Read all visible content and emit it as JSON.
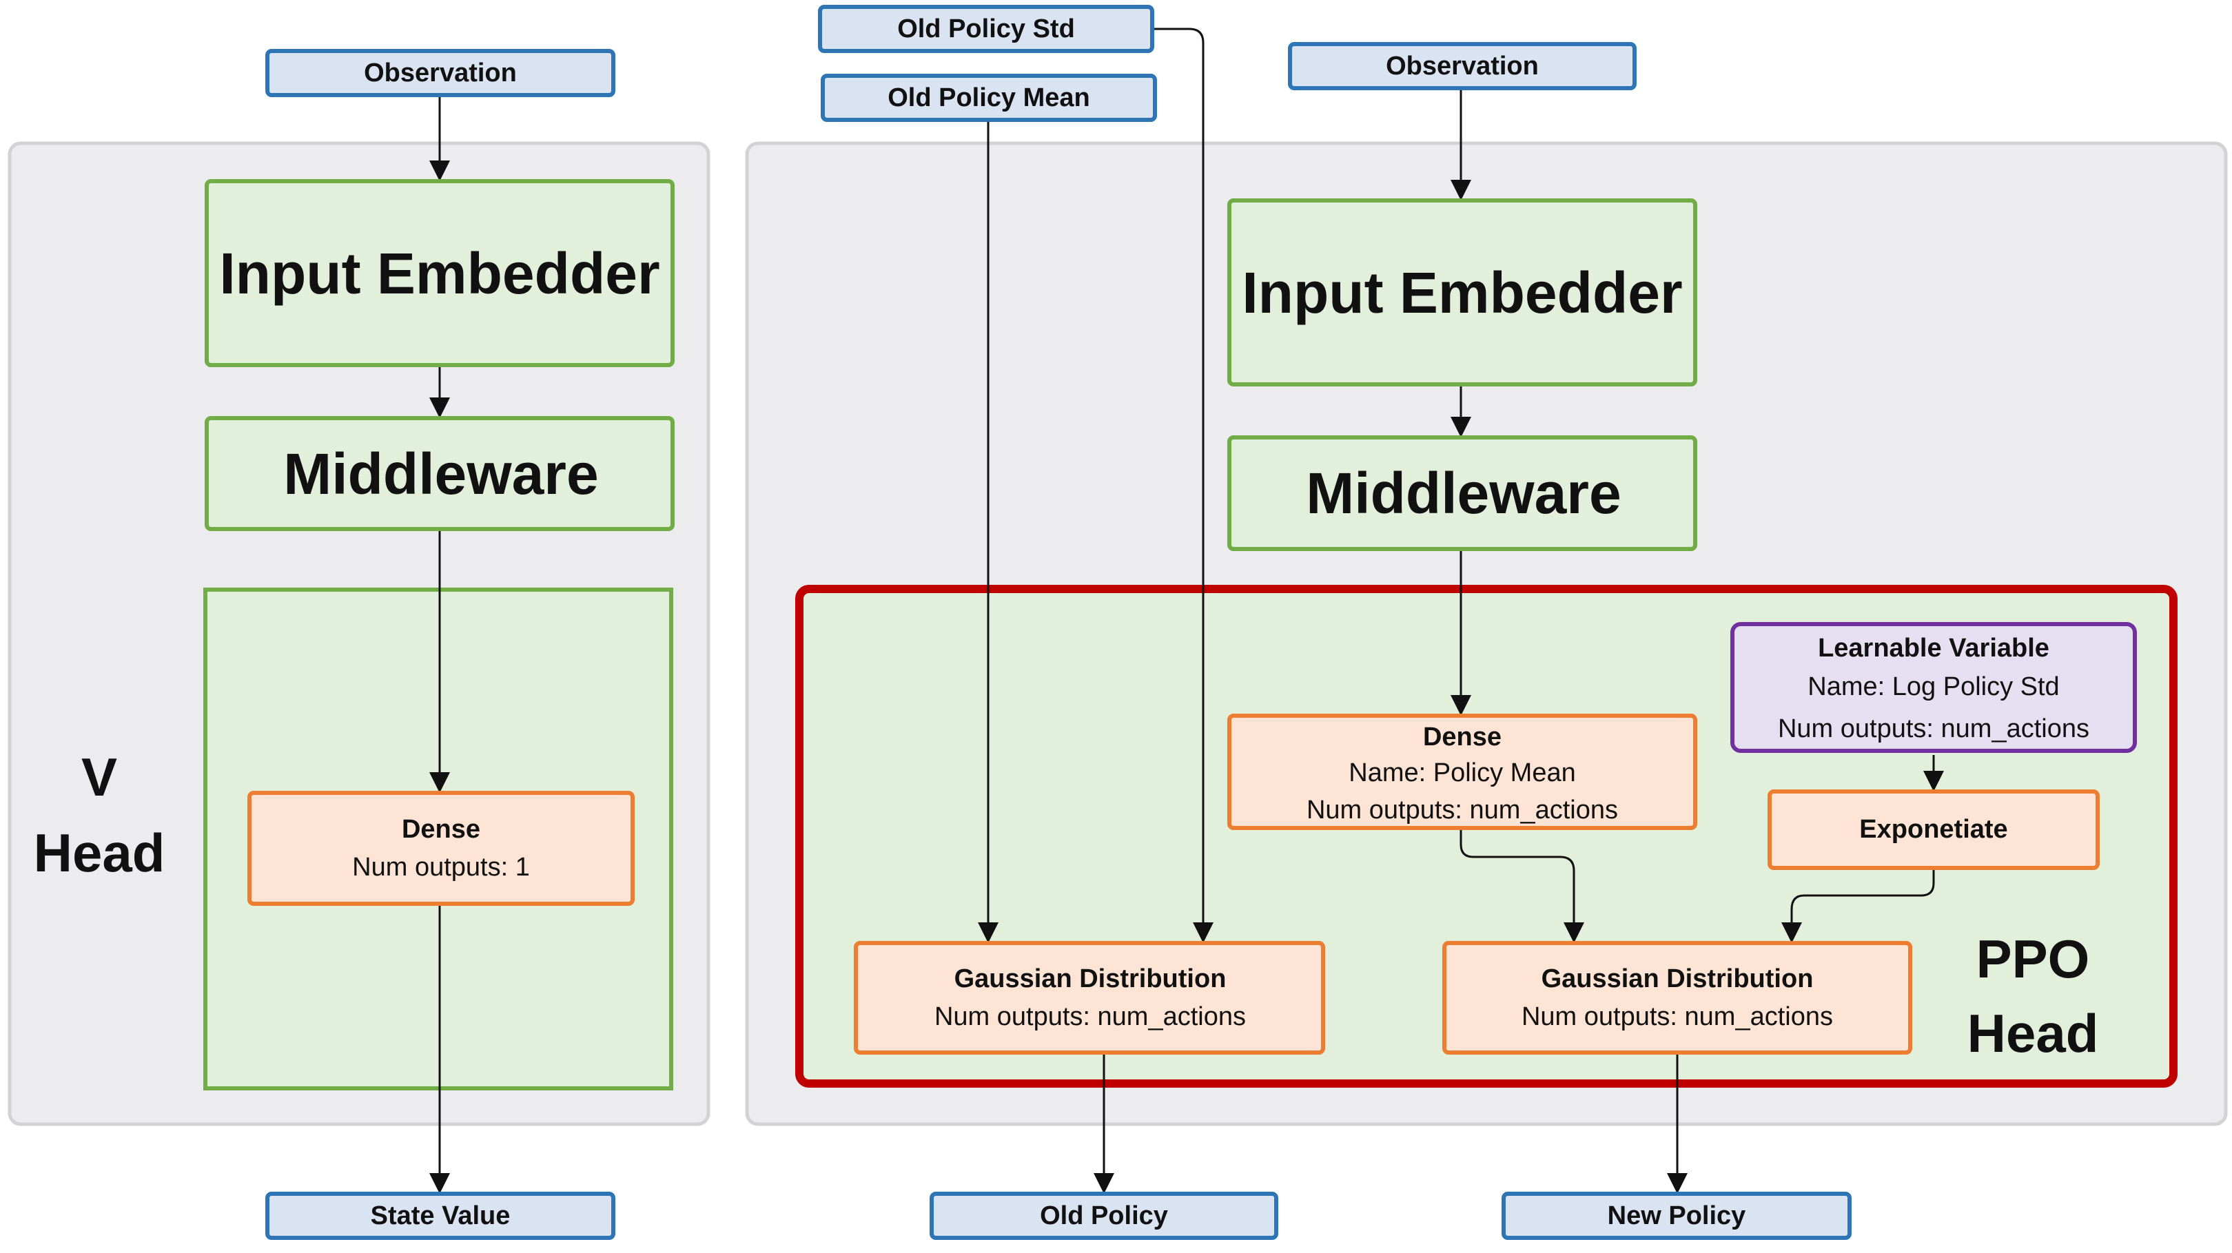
{
  "left_panel": {
    "input": "Observation",
    "embedder": "Input Embedder",
    "middleware": "Middleware",
    "head_label_line1": "V",
    "head_label_line2": "Head",
    "dense": {
      "title": "Dense",
      "line1": "Num outputs: 1"
    },
    "output": "State Value"
  },
  "right_panel": {
    "input": "Observation",
    "old_policy_std": "Old Policy Std",
    "old_policy_mean": "Old Policy Mean",
    "embedder": "Input Embedder",
    "middleware": "Middleware",
    "dense": {
      "title": "Dense",
      "line1": "Name: Policy Mean",
      "line2": "Num outputs: num_actions"
    },
    "learnable": {
      "title": "Learnable Variable",
      "line1": "Name: Log Policy Std",
      "line2": "Num outputs: num_actions"
    },
    "exponentiate": "Exponetiate",
    "gauss_old": {
      "title": "Gaussian Distribution",
      "line1": "Num outputs: num_actions"
    },
    "gauss_new": {
      "title": "Gaussian Distribution",
      "line1": "Num outputs: num_actions"
    },
    "head_label_line1": "PPO",
    "head_label_line2": "Head",
    "output_old": "Old Policy",
    "output_new": "New Policy"
  },
  "colors": {
    "panel_bg": "#ecebee",
    "panel_border": "#d3d3d6",
    "green_fill": "#e2efda",
    "green_border": "#70ad47",
    "orange_fill": "#fde4d5",
    "orange_border": "#ed7d31",
    "blue_fill": "#d9e3f2",
    "blue_border": "#2e75b6",
    "purple_fill": "#e6dff1",
    "purple_border": "#7030a0",
    "red_border": "#c00000"
  }
}
